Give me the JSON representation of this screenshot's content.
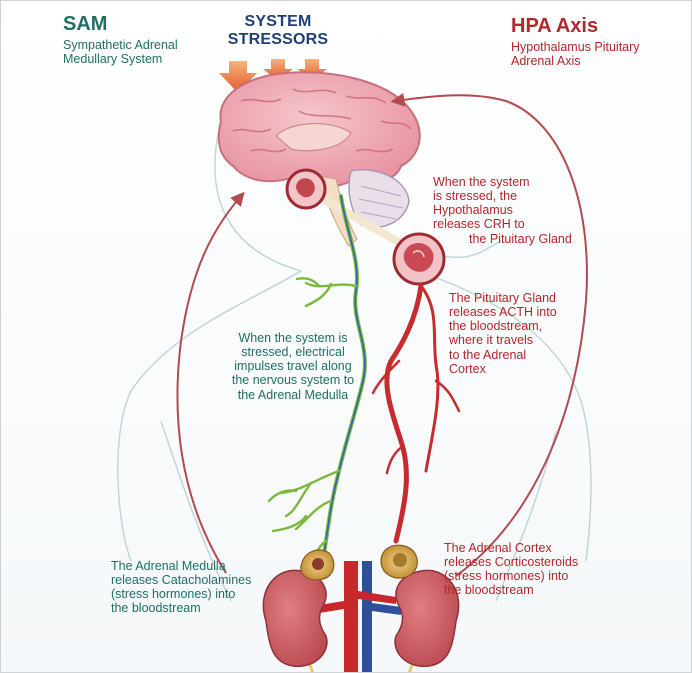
{
  "sam": {
    "title": "SAM",
    "subtitle_line1": "Sympathetic Adrenal",
    "subtitle_line2": "Medullary System"
  },
  "stressors": {
    "line1": "SYSTEM",
    "line2": "STRESSORS"
  },
  "hpa": {
    "title": "HPA Axis",
    "subtitle_line1": "Hypothalamus Pituitary",
    "subtitle_line2": "Adrenal Axis"
  },
  "annotations": {
    "hypothalamus": [
      "When the system",
      "is stressed, the",
      "Hypothalamus",
      "releases CRH to",
      "the Pituitary Gland"
    ],
    "pituitary": [
      "The Pituitary Gland",
      "releases ACTH into",
      "the bloodstream,",
      "where it travels",
      "to the Adrenal",
      "Cortex"
    ],
    "nervous": [
      "When the system is",
      "stressed, electrical",
      "impulses travel along",
      "the nervous system to",
      "the Adrenal Medulla"
    ],
    "medulla": [
      "The Adrenal Medulla",
      "releases Catacholamines",
      "(stress hormones) into",
      "the bloodstream"
    ],
    "cortex": [
      "The Adrenal Cortex",
      "releases Corticosteroids",
      "(stress hormones) into",
      "the bloodstream"
    ]
  },
  "colors": {
    "teal": "#1f6f64",
    "red": "#b3262b",
    "navy": "#1f3f78",
    "brain": "#e9a1ad",
    "arrow_orange": "#ef7d3c",
    "kidney": "#c95e63",
    "nerve_green": "#7cb83a",
    "nerve_blue": "#2e66b0"
  }
}
